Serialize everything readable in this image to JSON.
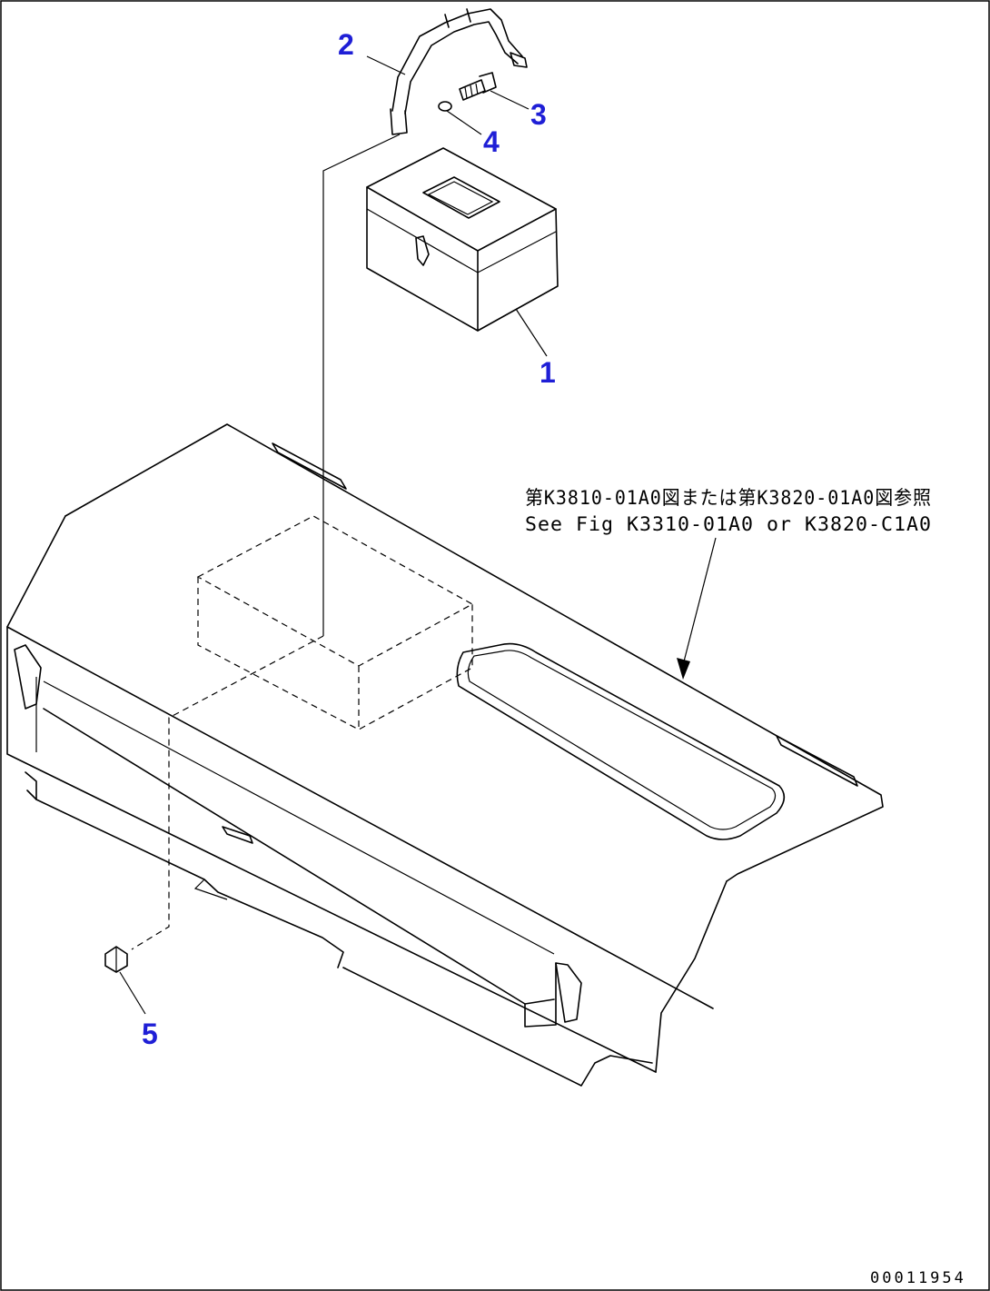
{
  "callouts": {
    "c1": "1",
    "c2": "2",
    "c3": "3",
    "c4": "4",
    "c5": "5"
  },
  "reference_note": {
    "line1": "第K3810-01A0図または第K3820-01A0図参照",
    "line2": "See Fig K3310-01A0 or K3820-C1A0"
  },
  "drawing_number": "00011954"
}
